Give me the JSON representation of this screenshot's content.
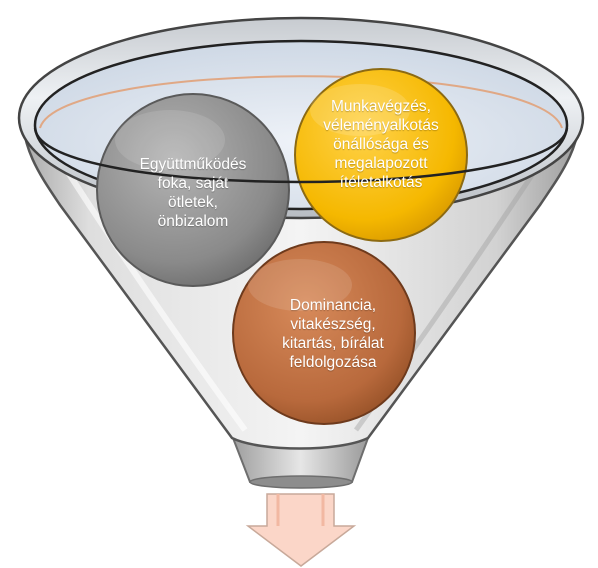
{
  "circles": [
    {
      "id": "gray",
      "label": "Együttműködés\nfoka, saját\nötletek,\nönbizalom",
      "color": "#8a8a8a"
    },
    {
      "id": "gold",
      "label": "Munkavégzés,\nvéleményalkotás\nönállósága és\nmegalapozott\nítéletalkotás",
      "color": "#f5b800"
    },
    {
      "id": "brown",
      "label": "Dominancia,\nvitakészség,\nkitartás, bírálat\nfeldolgozása",
      "color": "#b8693c"
    }
  ],
  "colors": {
    "funnel_body": "#c9c9c9",
    "funnel_rim_inner": "#dce4ee",
    "rim_accent": "#e1a27a",
    "arrow_fill": "#fbd6c8",
    "arrow_stroke": "#c8a99a"
  }
}
